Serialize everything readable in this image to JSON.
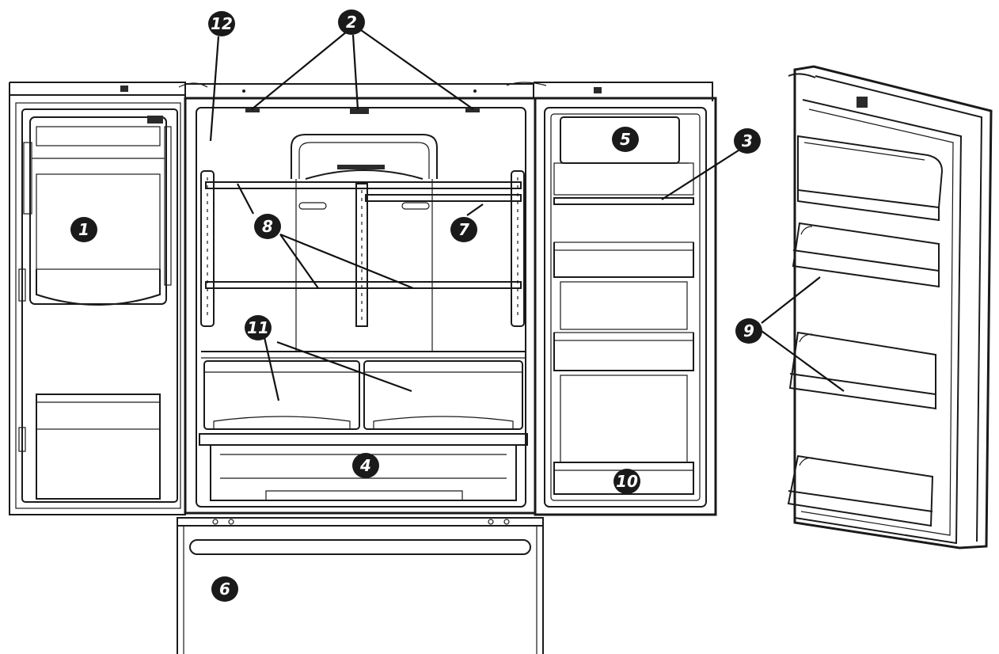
{
  "callouts": [
    {
      "id": "callout-1",
      "label": "1"
    },
    {
      "id": "callout-2",
      "label": "2"
    },
    {
      "id": "callout-3",
      "label": "3"
    },
    {
      "id": "callout-4",
      "label": "4"
    },
    {
      "id": "callout-5",
      "label": "5"
    },
    {
      "id": "callout-6",
      "label": "6"
    },
    {
      "id": "callout-7",
      "label": "7"
    },
    {
      "id": "callout-8",
      "label": "8"
    },
    {
      "id": "callout-9",
      "label": "9"
    },
    {
      "id": "callout-10",
      "label": "10"
    },
    {
      "id": "callout-11",
      "label": "11"
    },
    {
      "id": "callout-12",
      "label": "12"
    }
  ],
  "colors": {
    "line": "#1a1a1a",
    "callout_fill": "#1a1a1a",
    "callout_text": "#ffffff",
    "background": "#ffffff"
  }
}
